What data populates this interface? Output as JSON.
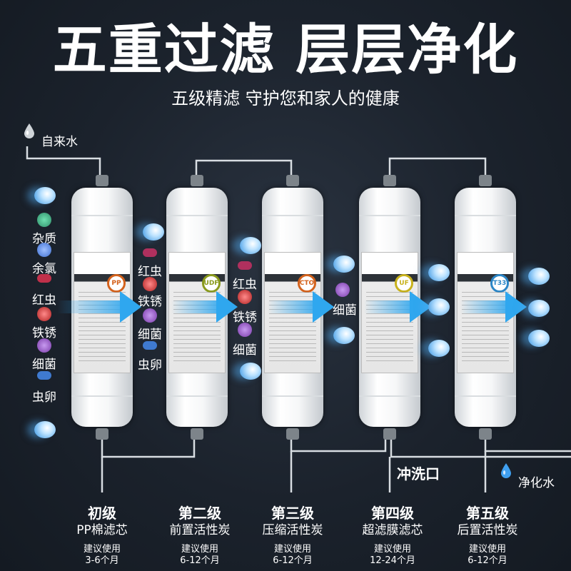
{
  "header": {
    "title": "五重过滤 层层净化",
    "subtitle": "五级精滤 守护您和家人的健康"
  },
  "inlet": {
    "label": "自来水"
  },
  "outlet": {
    "label": "净化水"
  },
  "flush": {
    "label": "冲洗口"
  },
  "contaminants": {
    "stage1": [
      "杂质",
      "余氯",
      "红虫",
      "铁锈",
      "细菌",
      "虫卵"
    ],
    "stage2": [
      "红虫",
      "铁锈",
      "细菌",
      "虫卵"
    ],
    "stage3": [
      "红虫",
      "铁锈",
      "细菌"
    ],
    "stage4": [
      "细菌"
    ]
  },
  "filters": [
    {
      "badge": "PP",
      "badge_color": "#d4621c"
    },
    {
      "badge": "UDF",
      "badge_color": "#8a9a1c"
    },
    {
      "badge": "CTO",
      "badge_color": "#d4621c"
    },
    {
      "badge": "UF",
      "badge_color": "#c8b21c"
    },
    {
      "badge": "T33",
      "badge_color": "#2b86c7"
    }
  ],
  "stages": [
    {
      "name": "初级",
      "desc": "PP棉滤芯",
      "use": "建议使用",
      "period": "3-6个月"
    },
    {
      "name": "第二级",
      "desc": "前置活性炭",
      "use": "建议使用",
      "period": "6-12个月"
    },
    {
      "name": "第三级",
      "desc": "压缩活性炭",
      "use": "建议使用",
      "period": "6-12个月"
    },
    {
      "name": "第四级",
      "desc": "超滤膜滤芯",
      "use": "建议使用",
      "period": "12-24个月"
    },
    {
      "name": "第五级",
      "desc": "后置活性炭",
      "use": "建议使用",
      "period": "6-12个月"
    }
  ],
  "colors": {
    "background": "#1b222c",
    "arrow": "#2fa7ef",
    "pipe": "#d8dde2",
    "germ_green": "#2f8f6a",
    "germ_blue": "#3f6fd0",
    "germ_red": "#c0304a",
    "germ_purple": "#7a3aa8",
    "germ_pink": "#b0305e"
  }
}
